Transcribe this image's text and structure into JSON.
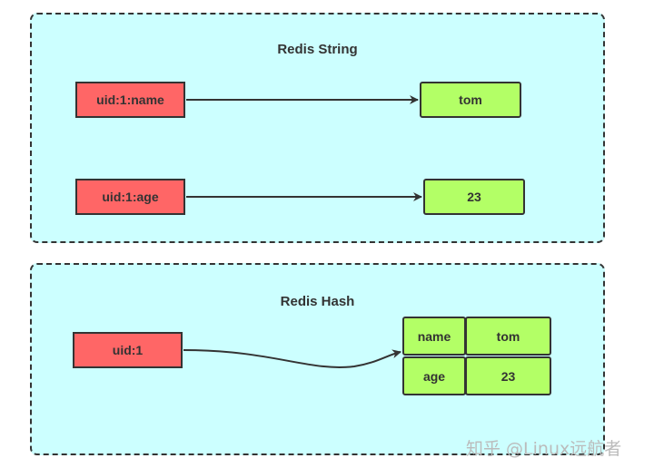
{
  "string_panel": {
    "title": "Redis String",
    "rows": [
      {
        "key": "uid:1:name",
        "value": "tom"
      },
      {
        "key": "uid:1:age",
        "value": "23"
      }
    ]
  },
  "hash_panel": {
    "title": "Redis Hash",
    "key": "uid:1",
    "fields": [
      {
        "field": "name",
        "value": "tom"
      },
      {
        "field": "age",
        "value": "23"
      }
    ]
  },
  "watermark": "知乎 @Linux远航者",
  "colors": {
    "panel_fill": "#ccffff",
    "key_fill": "#ff6666",
    "value_fill": "#b3ff66",
    "stroke": "#333333"
  }
}
